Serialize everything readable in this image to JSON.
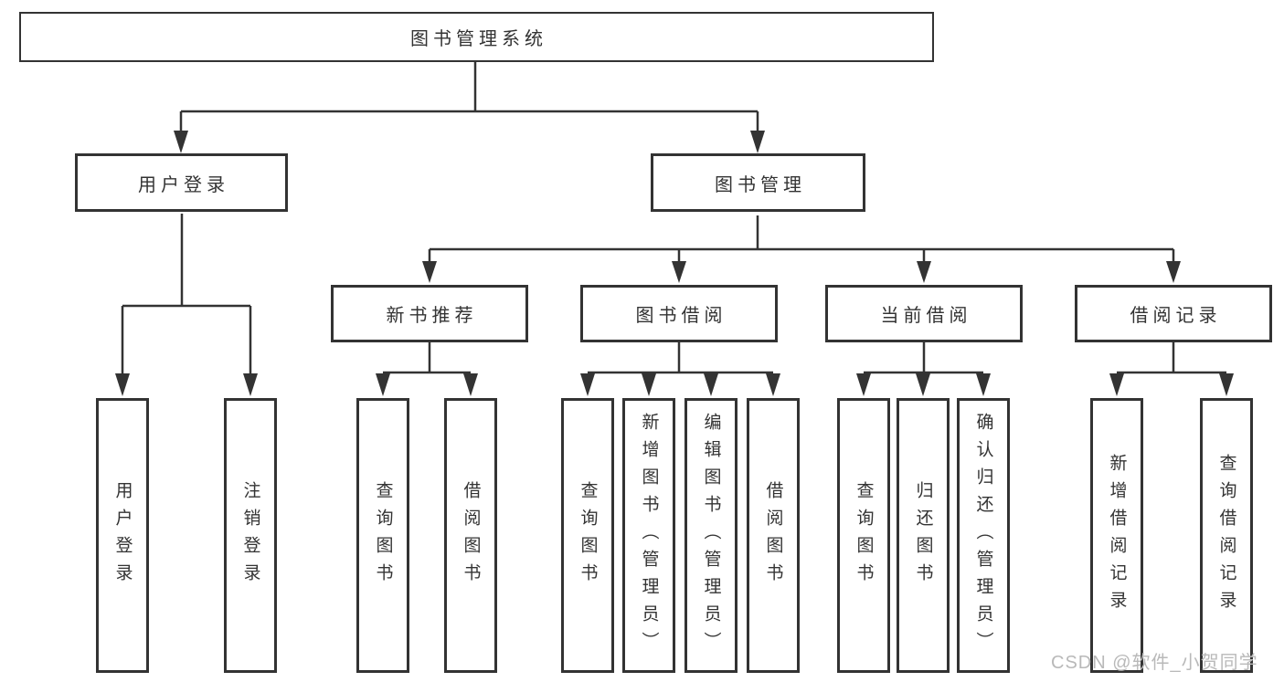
{
  "diagram": {
    "root": {
      "label": "图书管理系统"
    },
    "level2": [
      {
        "label": "用户登录"
      },
      {
        "label": "图书管理"
      }
    ],
    "level3": [
      {
        "label": "新书推荐",
        "parent": "图书管理"
      },
      {
        "label": "图书借阅",
        "parent": "图书管理"
      },
      {
        "label": "当前借阅",
        "parent": "图书管理"
      },
      {
        "label": "借阅记录",
        "parent": "图书管理"
      }
    ],
    "leaves": [
      {
        "label": "用户登录",
        "parent": "用户登录"
      },
      {
        "label": "注销登录",
        "parent": "用户登录"
      },
      {
        "label": "查询图书",
        "parent": "新书推荐"
      },
      {
        "label": "借阅图书",
        "parent": "新书推荐"
      },
      {
        "label": "查询图书",
        "parent": "图书借阅"
      },
      {
        "label": "新增图书（管理员）",
        "parent": "图书借阅"
      },
      {
        "label": "编辑图书（管理员）",
        "parent": "图书借阅"
      },
      {
        "label": "借阅图书",
        "parent": "图书借阅"
      },
      {
        "label": "查询图书",
        "parent": "当前借阅"
      },
      {
        "label": "归还图书",
        "parent": "当前借阅"
      },
      {
        "label": "确认归还（管理员）",
        "parent": "当前借阅"
      },
      {
        "label": "新增借阅记录",
        "parent": "借阅记录"
      },
      {
        "label": "查询借阅记录",
        "parent": "借阅记录"
      }
    ]
  },
  "watermark": "CSDN @软件_小贺同学",
  "colors": {
    "line": "#333333",
    "text": "#333333",
    "box_background": "#ffffff",
    "watermark": "#b9b9b9",
    "page_background": "#ffffff"
  }
}
